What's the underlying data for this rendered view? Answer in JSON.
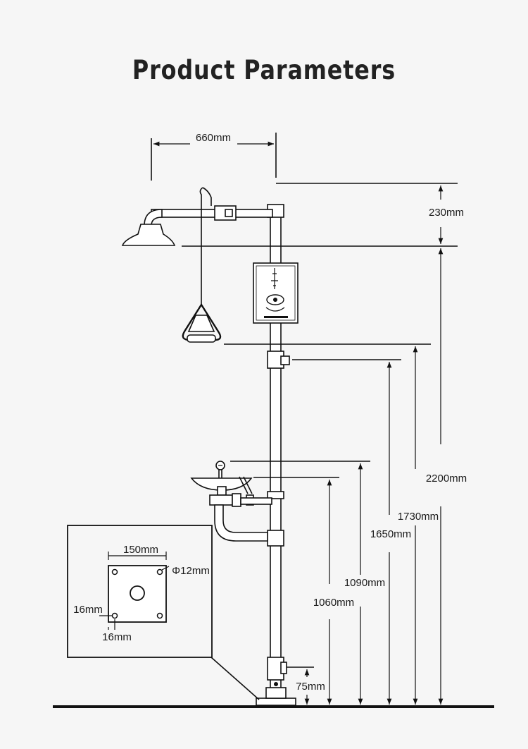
{
  "title": "Product Parameters",
  "dimensions": {
    "width_660": "660mm",
    "d_230": "230mm",
    "d_2200": "2200mm",
    "d_1730": "1730mm",
    "d_1650": "1650mm",
    "d_1090": "1090mm",
    "d_1060": "1060mm",
    "d_75": "75mm"
  },
  "base_plate": {
    "width": "150mm",
    "hole_diameter": "Φ12mm",
    "offset_side": "16mm",
    "offset_bottom": "16mm"
  }
}
